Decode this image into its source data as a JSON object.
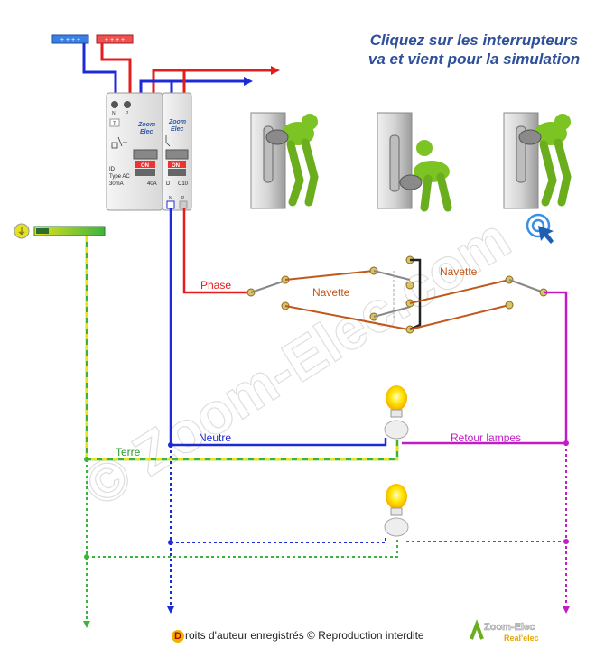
{
  "instruction": {
    "line1": "Cliquez sur les interrupteurs",
    "line2": "va et vient pour la simulation"
  },
  "labels": {
    "phase": "Phase",
    "navette_left": "Navette",
    "navette_right": "Navette",
    "neutre": "Neutre",
    "retour": "Retour lampes",
    "terre": "Terre"
  },
  "panel": {
    "diff_brand_1": "Zoom",
    "diff_brand_2": "Elec",
    "diff_id": "ID",
    "diff_type": "Type AC",
    "diff_sens": "30mA",
    "diff_rating": "40A",
    "diff_on": "ON",
    "diff_n": "N",
    "diff_p": "P",
    "brk_brand_1": "Zoom",
    "brk_brand_2": "Elec",
    "brk_d": "D",
    "brk_rating": "C10",
    "brk_on": "ON",
    "brk_n": "N",
    "brk_p": "P",
    "diff_t": "T"
  },
  "footer": {
    "initial": "D",
    "text": "roits d'auteur enregistrés © Reproduction interdite",
    "logo_line1": "Zoom-Elec",
    "logo_line2": "Real'elec"
  },
  "watermark": "© Zoom-Elec.com",
  "colors": {
    "phase": "#e51c1c",
    "neutral": "#1d2bd6",
    "return": "#c21cc9",
    "navette": "#c0581b",
    "earth_yellow": "#e6e21c",
    "earth_green": "#3db33d",
    "title": "#2e4f9a"
  }
}
